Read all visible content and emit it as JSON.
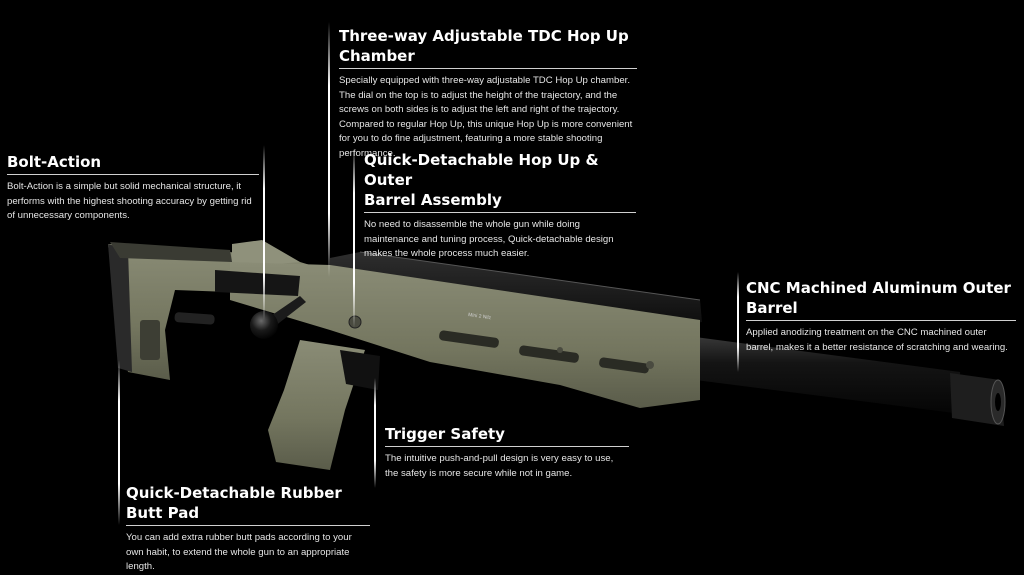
{
  "callouts": {
    "tdc": {
      "title": "Three-way Adjustable TDC Hop Up Chamber",
      "text": "Specially equipped with three-way adjustable TDC Hop Up chamber. The dial on the top is to adjust the height of the trajectory, and the screws on both sides is to adjust the left and right of the trajectory. Compared to regular Hop Up, this unique Hop Up is more convenient for you to do fine adjustment, featuring a more stable shooting performance."
    },
    "bolt": {
      "title": "Bolt-Action",
      "text": "Bolt-Action is a simple but solid mechanical structure, it performs with the highest shooting accuracy by getting rid of unnecessary components."
    },
    "qd_hopup": {
      "title_line1": "Quick-Detachable Hop Up & Outer",
      "title_line2": "Barrel Assembly",
      "text": "No need to disassemble the whole gun while doing maintenance and tuning process, Quick-detachable design makes the whole process much easier."
    },
    "cnc": {
      "title": "CNC Machined Aluminum Outer Barrel",
      "text": "Applied anodizing treatment on the CNC machined outer barrel, makes it a better resistance of scratching and wearing."
    },
    "trigger": {
      "title": "Trigger Safety",
      "text": "The intuitive push-and-pull design is very easy to use, the safety is more secure while not in game."
    },
    "buttpad": {
      "title": "Quick-Detachable Rubber Butt Pad",
      "text": "You can add extra rubber butt pads according to your own habit, to extend the whole gun to an appropriate length."
    }
  },
  "rifle": {
    "marking": "Mini 2 Nilz"
  },
  "colors": {
    "background": "#000000",
    "stock_olive": "#7d7f69",
    "stock_shadow": "#55574a",
    "rail_black": "#1c1c1c",
    "barrel_black": "#101010"
  }
}
